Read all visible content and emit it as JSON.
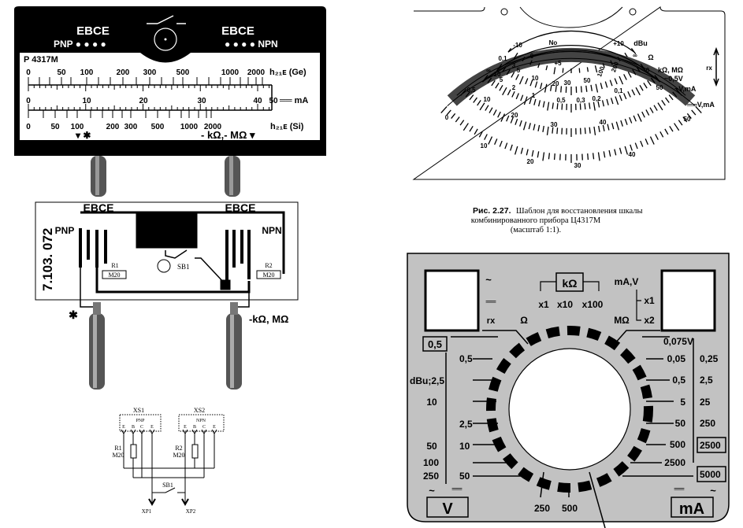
{
  "tester_panel": {
    "ebce_left": "EBCE",
    "pnp": "PNP ● ● ● ●",
    "ebce_right": "EBCE",
    "npn": "● ● ● ● NPN",
    "model": "P 4317M",
    "scale_ge": {
      "labels": [
        "0",
        "50",
        "100",
        "200",
        "300",
        "500",
        "1000",
        "2000"
      ],
      "unit": "h₂₁ᴇ (Ge)"
    },
    "scale_ma": {
      "labels": [
        "0",
        "10",
        "20",
        "30",
        "40",
        "50"
      ],
      "unit": "══ mA"
    },
    "scale_si": {
      "labels": [
        "0",
        "50",
        "100",
        "200",
        "300",
        "500",
        "1000",
        "2000"
      ],
      "unit": "h₂₁ᴇ (Si)"
    },
    "marker_left": "▾ ✱",
    "marker_right": "- kΩ,- MΩ ▾"
  },
  "board": {
    "part_number": "7.103. 072",
    "ebce_left": "EBCE",
    "ebce_right": "EBCE",
    "pnp": "PNP",
    "npn": "NPN",
    "r1": "R1",
    "r1_value": "M20",
    "r2": "R2",
    "r2_value": "M20",
    "sb1": "SB1",
    "probe_left_label": "✱",
    "probe_right_label": "-kΩ, MΩ"
  },
  "schematic": {
    "xs1": "XS1",
    "xs2": "XS2",
    "pnp": "PNP",
    "npn": "NPN",
    "pins": [
      "E",
      "B",
      "C",
      "E"
    ],
    "r1": "R1",
    "r1_value": "M20",
    "r2": "R2",
    "r2_value": "M20",
    "sb1": "SB1",
    "xp1": "XP1",
    "xp2": "XP2"
  },
  "scale_plate": {
    "dbu_arc": {
      "labels": [
        "-10",
        "No",
        "+10",
        "0",
        "+5",
        "100",
        "200"
      ],
      "unit": "dBu"
    },
    "ohm_arc": {
      "labels": [
        "0,1",
        "3",
        "5",
        "10",
        "20",
        "30",
        "50",
        "∞",
        "0"
      ],
      "unit": "Ω"
    },
    "kohm_arc": {
      "labels": [
        "∞",
        "10",
        "5",
        "2",
        "1",
        "0,5",
        "0,3",
        "0,2",
        "0,1"
      ],
      "unit": "kΩ, MΩ"
    },
    "ac_low_label": "~0,5V",
    "ac_label": "~V,mA",
    "dc_label": "══V,mA",
    "v_arc": {
      "labels": [
        "0,5",
        "10",
        "20",
        "30",
        "40",
        "50"
      ]
    },
    "outer_arc": {
      "labels": [
        "0",
        "10",
        "20",
        "30",
        "40",
        "50"
      ]
    },
    "rx_label": "rx"
  },
  "caption": {
    "figure_number": "Рис. 2.27.",
    "line1": "Шаблон для восстановления шкалы",
    "line2": "комбинированного прибора Ц4317М",
    "line3": "(масштаб 1:1)."
  },
  "switch_panel": {
    "ac_symbol": "~",
    "dc_symbol": "══",
    "kohm": "kΩ",
    "multipliers": [
      "x1",
      "x10",
      "x100"
    ],
    "ma_v": "mA,V",
    "ma_v_multipliers": [
      "x1",
      "x2"
    ],
    "rx": "rx",
    "ohm": "Ω",
    "megohm": "MΩ",
    "boxed_left": "0,5",
    "v075": "0,075V",
    "left_outer": [
      "dBu;2,5",
      "10",
      "50",
      "100",
      "250"
    ],
    "left_inner": [
      "0,5",
      "2,5",
      "10",
      "50"
    ],
    "right_inner": [
      "0,05",
      "0,5",
      "5",
      "50",
      "500",
      "2500"
    ],
    "right_outer": [
      "0,25",
      "2,5",
      "25",
      "250",
      "2500",
      "5000"
    ],
    "bottom": [
      "250",
      "500"
    ],
    "v_button": "V",
    "ma_button": "mA"
  }
}
